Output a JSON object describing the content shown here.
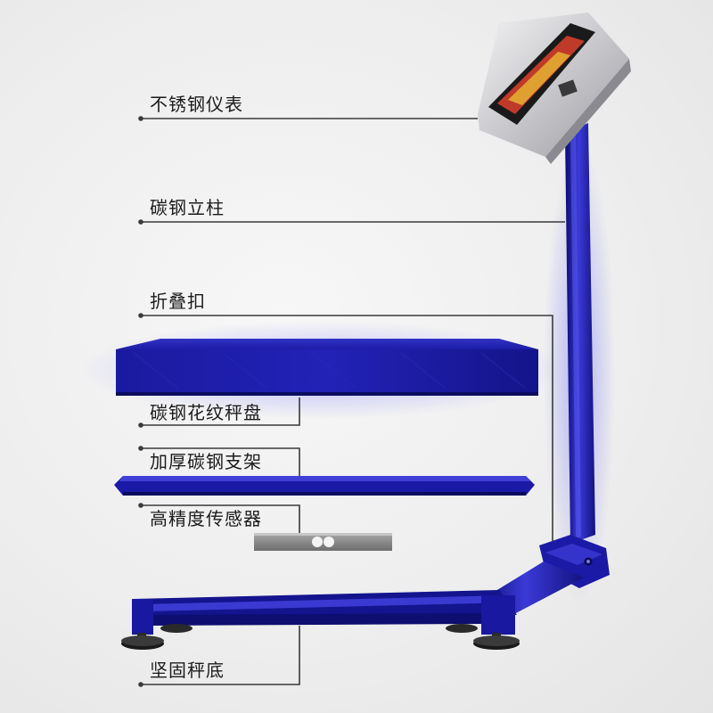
{
  "labels": {
    "meter": "不锈钢仪表",
    "column": "碳钢立柱",
    "fold_buckle": "折叠扣",
    "pan": "碳钢花纹秤盘",
    "bracket": "加厚碳钢支架",
    "sensor": "高精度传感器",
    "base": "坚固秤底"
  },
  "colors": {
    "steel_blue": "#1a1aa6",
    "steel_blue_dark": "#0c0c6e",
    "steel_blue_light": "#3a3ad8",
    "stainless": "#c8c8cc",
    "leader_line": "#3a3a3a"
  }
}
